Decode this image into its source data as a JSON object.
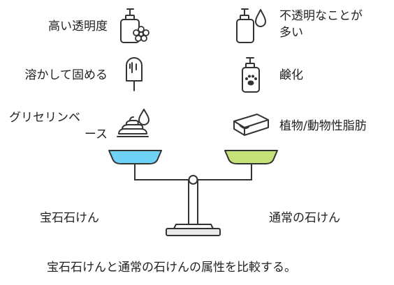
{
  "left_panel": {
    "title": "宝石石けん",
    "features": [
      {
        "label": "高い透明度",
        "icon": "soap-bottle-flower-icon"
      },
      {
        "label": "溶かして固める",
        "icon": "popsicle-mold-icon"
      },
      {
        "label_line1": "グリセリンベ",
        "label_line2": "ース",
        "icon": "glycerin-drop-icon"
      }
    ],
    "pan_color": "#6fd3f7"
  },
  "right_panel": {
    "title": "通常の石けん",
    "features": [
      {
        "label_line1": "不透明なことが",
        "label_line2": "多い",
        "icon": "soap-bottle-drop-icon"
      },
      {
        "label": "鹸化",
        "icon": "soap-bottle-paw-icon"
      },
      {
        "label": "植物/動物性脂肪",
        "icon": "soap-bar-icon"
      }
    ],
    "pan_color": "#c5e17a"
  },
  "caption": "宝石石けんと通常の石けんの属性を比較する。",
  "colors": {
    "stroke": "#333333",
    "base": "#e9e9e9"
  }
}
